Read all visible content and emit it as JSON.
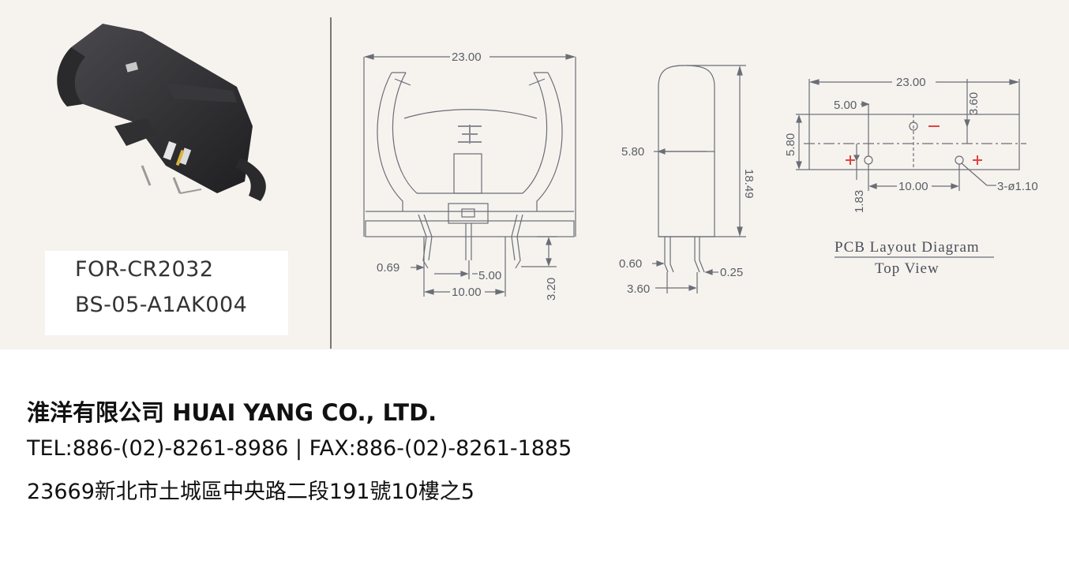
{
  "product_label": {
    "line1": "FOR-CR2032",
    "line2": "BS-05-A1AK004"
  },
  "drawing": {
    "front_view": {
      "width": "23.00",
      "pin_width": "0.69",
      "pin_spacing_inner": "5.00",
      "pin_spacing": "10.00",
      "pin_length": "3.20"
    },
    "side_view": {
      "base_height": "5.80",
      "height": "18.49",
      "pin_width": "0.60",
      "pin_thickness": "0.25",
      "pin_offset": "3.60"
    },
    "pcb_layout": {
      "width": "23.00",
      "offset_x": "5.00",
      "offset_y": "3.60",
      "height": "5.80",
      "hole_spacing": "10.00",
      "bottom_offset": "1.83",
      "holes": "3-ø1.10",
      "title": "PCB Layout Diagram",
      "subtitle": "Top View"
    },
    "polarity": {
      "positive": "+",
      "negative": "−"
    }
  },
  "footer": {
    "company": "淮洋有限公司 HUAI YANG CO., LTD.",
    "contact": "TEL:886-(02)-8261-8986 | FAX:886-(02)-8261-1885",
    "address": "23669新北市土城區中央路二段191號10樓之5"
  },
  "colors": {
    "panel": "#f6f3ef",
    "line": "#6b6e76",
    "holder": "#2e2e30",
    "polarity": "#e0443c"
  }
}
